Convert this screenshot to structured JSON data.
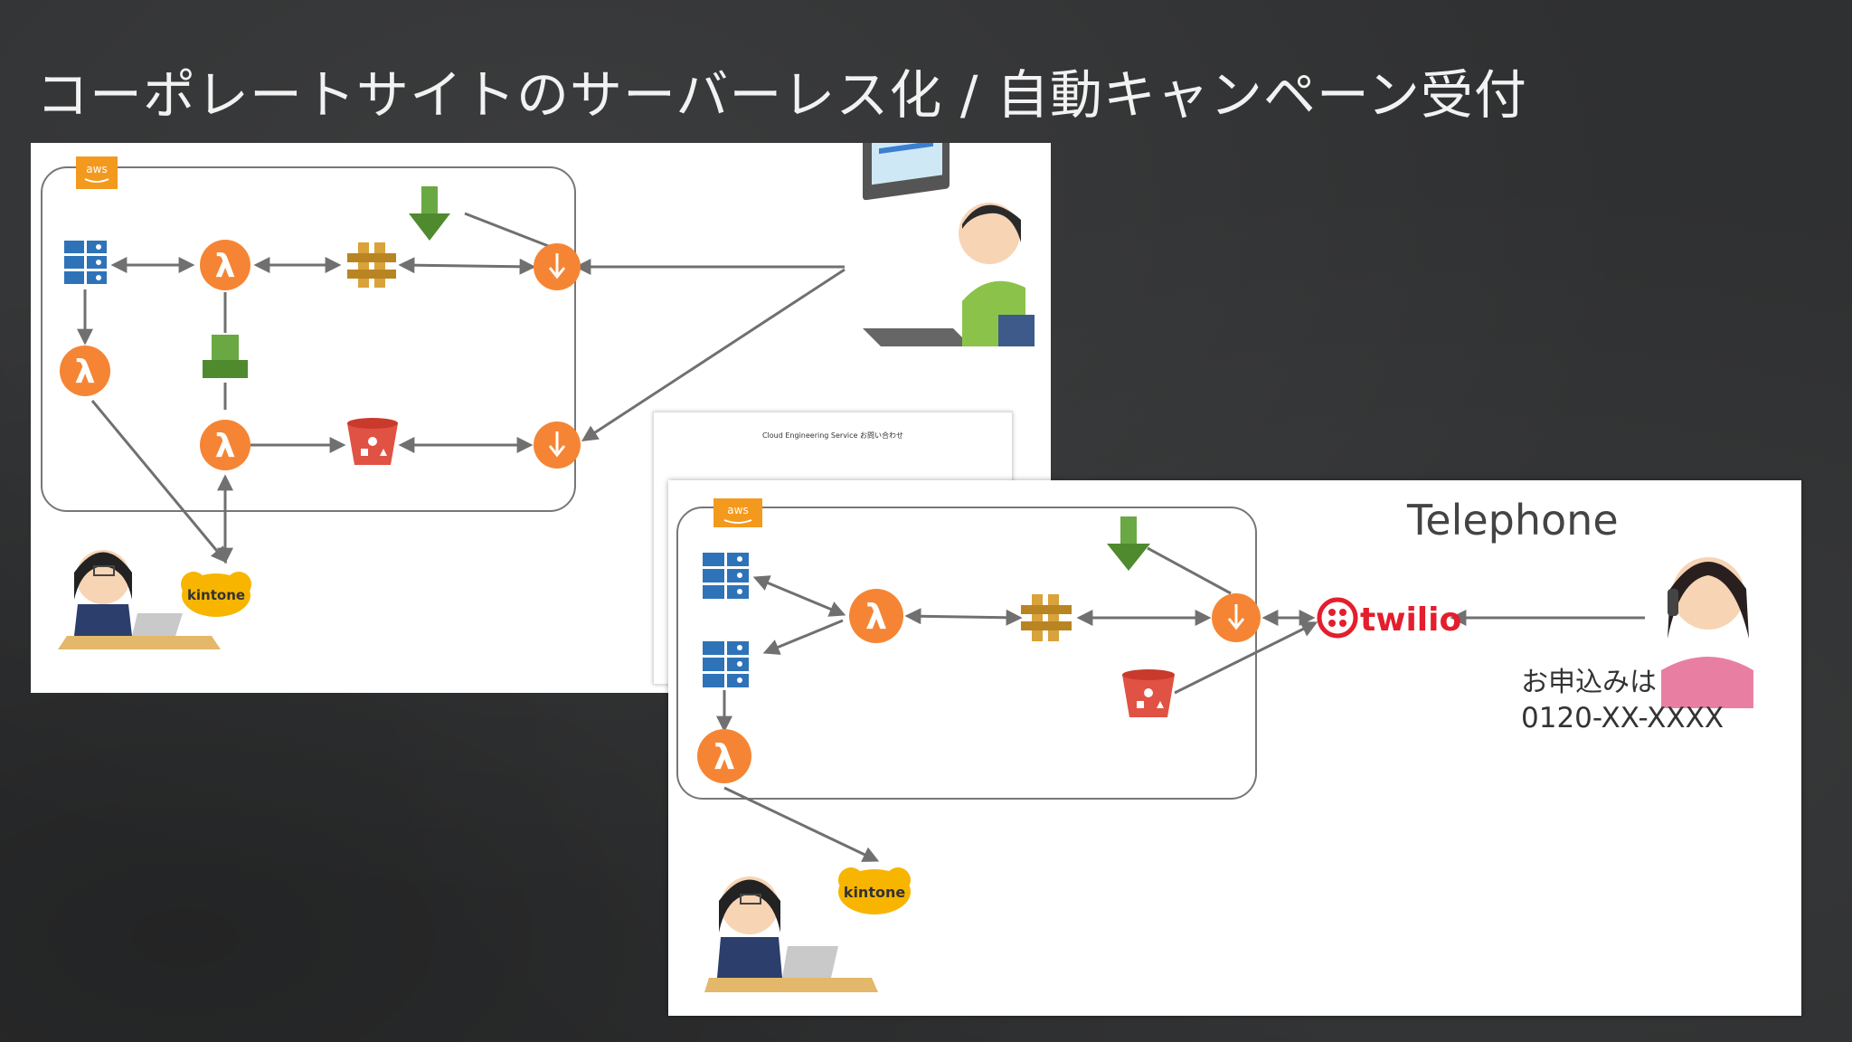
{
  "title": "コーポレートサイトのサーバーレス化 / 自動キャンペーン受付",
  "web_diagram": {
    "aws_badge": "aws",
    "kintone_label": "kintone",
    "doc_title": "Cloud Engineering Service お問い合わせ"
  },
  "tel_diagram": {
    "aws_badge": "aws",
    "heading": "Telephone",
    "twilio_label": "twilio",
    "kintone_label": "kintone",
    "apply_label": "お申込みは",
    "phone_number": "0120-XX-XXXX"
  },
  "colors": {
    "lambda_orange": "#f58534",
    "dynamo_blue": "#2e73b8",
    "sns_gold": "#d9a23a",
    "s3_red": "#e05243",
    "sqs_green": "#6aa843",
    "twilio_red": "#e31e2d",
    "kintone_yellow": "#f7b500",
    "arrow_gray": "#707070"
  }
}
